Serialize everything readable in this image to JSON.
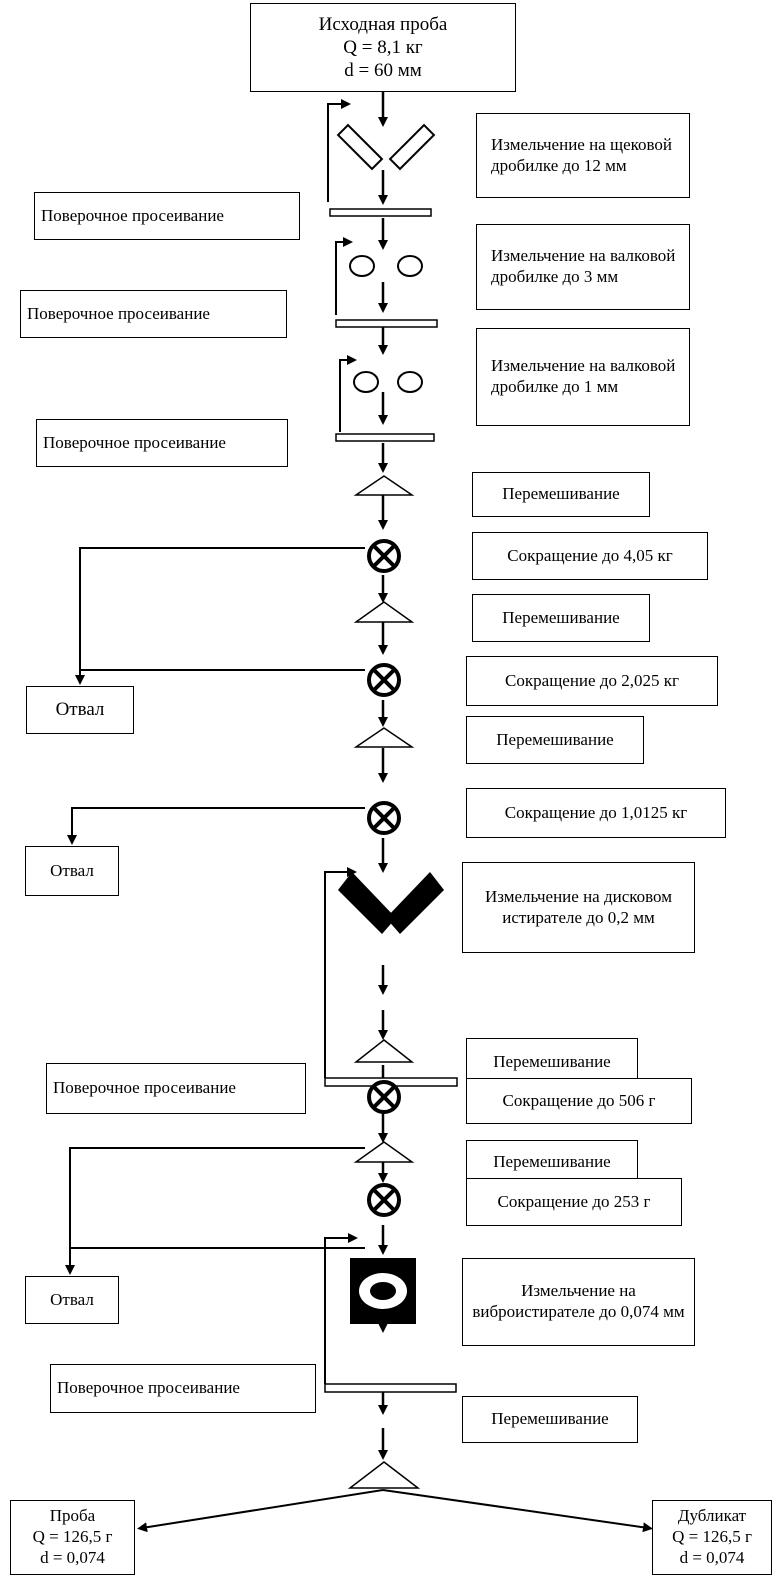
{
  "start": {
    "line1": "Исходная проба",
    "line2": "Q = 8,1 кг",
    "line3": "d = 60 мм"
  },
  "operations": {
    "crush_jaw": "Измельчение на щековой дробилке до 12 мм",
    "crush_roll_3": "Измельчение на валковой дробилке до 3 мм",
    "crush_roll_1": "Измельчение на валковой дробилке до 1 мм",
    "crush_disc": "Измельчение на дисковом истирателе до 0,2 мм",
    "crush_vibro": "Измельчение на виброистирателе до 0,074 мм"
  },
  "sieving": {
    "s1": "Поверочное просеивание",
    "s2": "Поверочное просеивание",
    "s3": "Поверочное просеивание",
    "s4": "Поверочное просеивание",
    "s5": "Поверочное просеивание"
  },
  "mixing": {
    "m1": "Перемешивание",
    "m2": "Перемешивание",
    "m3": "Перемешивание",
    "m4": "Перемешивание",
    "m5": "Перемешивание",
    "m6": "Перемешивание"
  },
  "reduction": {
    "r1": "Сокращение до 4,05 кг",
    "r2": "Сокращение до 2,025 кг",
    "r3": "Сокращение до 1,0125 кг",
    "r4": "Сокращение до 506 г",
    "r5": "Сокращение до 253 г"
  },
  "waste": {
    "w1": "Отвал",
    "w2": "Отвал",
    "w3": "Отвал"
  },
  "final": {
    "sample": {
      "title": "Проба",
      "q": "Q = 126,5 г",
      "d": "d = 0,074"
    },
    "duplicate": {
      "title": "Дубликат",
      "q": "Q = 126,5 г",
      "d": "d = 0,074"
    }
  }
}
